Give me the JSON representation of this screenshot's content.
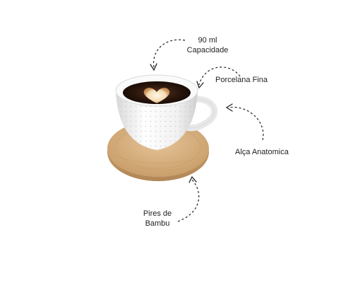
{
  "callouts": {
    "capacity": {
      "line1": "90 ml",
      "line2": "Capacidade"
    },
    "porcelain": {
      "text": "Porcelana Fina"
    },
    "handle": {
      "text": "Alça Anatomica"
    },
    "saucer": {
      "line1": "Pires de",
      "line2": "Bambu"
    }
  },
  "colors": {
    "background": "#ffffff",
    "cup": "#f2f2f2",
    "coffee": "#2a1a12",
    "bamboo": "#d9b483",
    "arrow": "#222222"
  }
}
